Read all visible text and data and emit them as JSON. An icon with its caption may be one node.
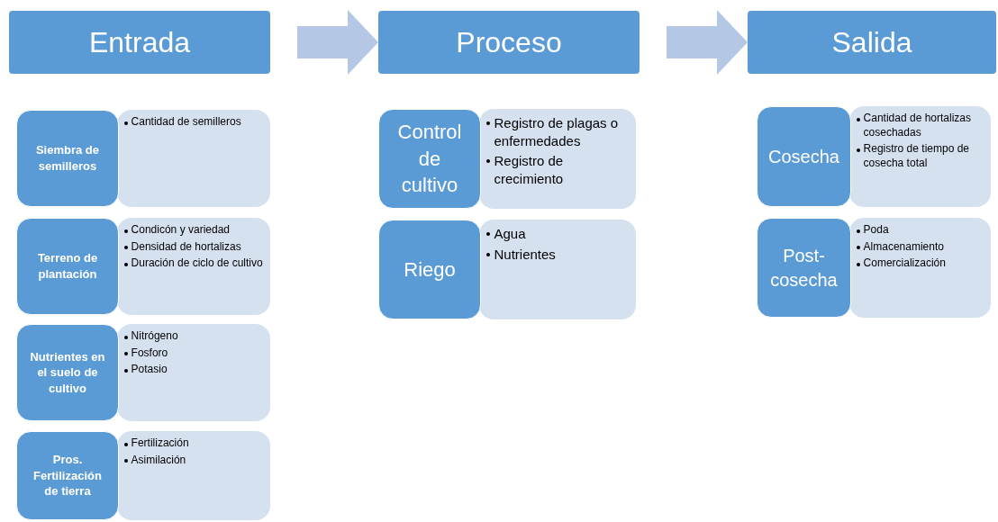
{
  "diagram": {
    "nodes": [
      {
        "text": [
          "Entrada"
        ]
      },
      {
        "text": [
          "Proceso"
        ]
      },
      {
        "text": [
          "Salida"
        ]
      },
      {
        "text": [
          "Siembra de semilleros"
        ]
      },
      {
        "text": [
          "Cantidad de semilleros"
        ]
      },
      {
        "text": [
          "Terreno de plantación"
        ]
      },
      {
        "text": [
          "Condicón y variedad",
          "Densidad de hortalizas",
          "Duración de ciclo de cultivo"
        ]
      },
      {
        "text": [
          "Nutrientes en el suelo de cultivo"
        ]
      },
      {
        "text": [
          "Nitrógeno",
          "Fosforo",
          "Potasio"
        ]
      },
      {
        "text": [
          "Pros. Fertilización de tierra"
        ]
      },
      {
        "text": [
          "Fertilización",
          "Asimilación"
        ]
      },
      {
        "text": [
          "Control de cultivo"
        ]
      },
      {
        "text": [
          "Registro de plagas o enfermedades",
          "Registro de crecimiento"
        ]
      },
      {
        "text": [
          "Riego"
        ]
      },
      {
        "text": [
          "Agua",
          "Nutrientes"
        ]
      },
      {
        "text": [
          "Cosecha"
        ]
      },
      {
        "text": [
          "Cantidad de hortalizas cosechadas",
          "Registro de tiempo de cosecha total"
        ]
      },
      {
        "text": [
          "Post-cosecha"
        ]
      },
      {
        "text": [
          "Poda",
          "Almacenamiento",
          "Comercialización"
        ]
      }
    ],
    "edges": [
      {
        "from": 0,
        "to": 1,
        "arrow": "to"
      },
      {
        "from": 1,
        "to": 2,
        "arrow": "to"
      }
    ]
  }
}
